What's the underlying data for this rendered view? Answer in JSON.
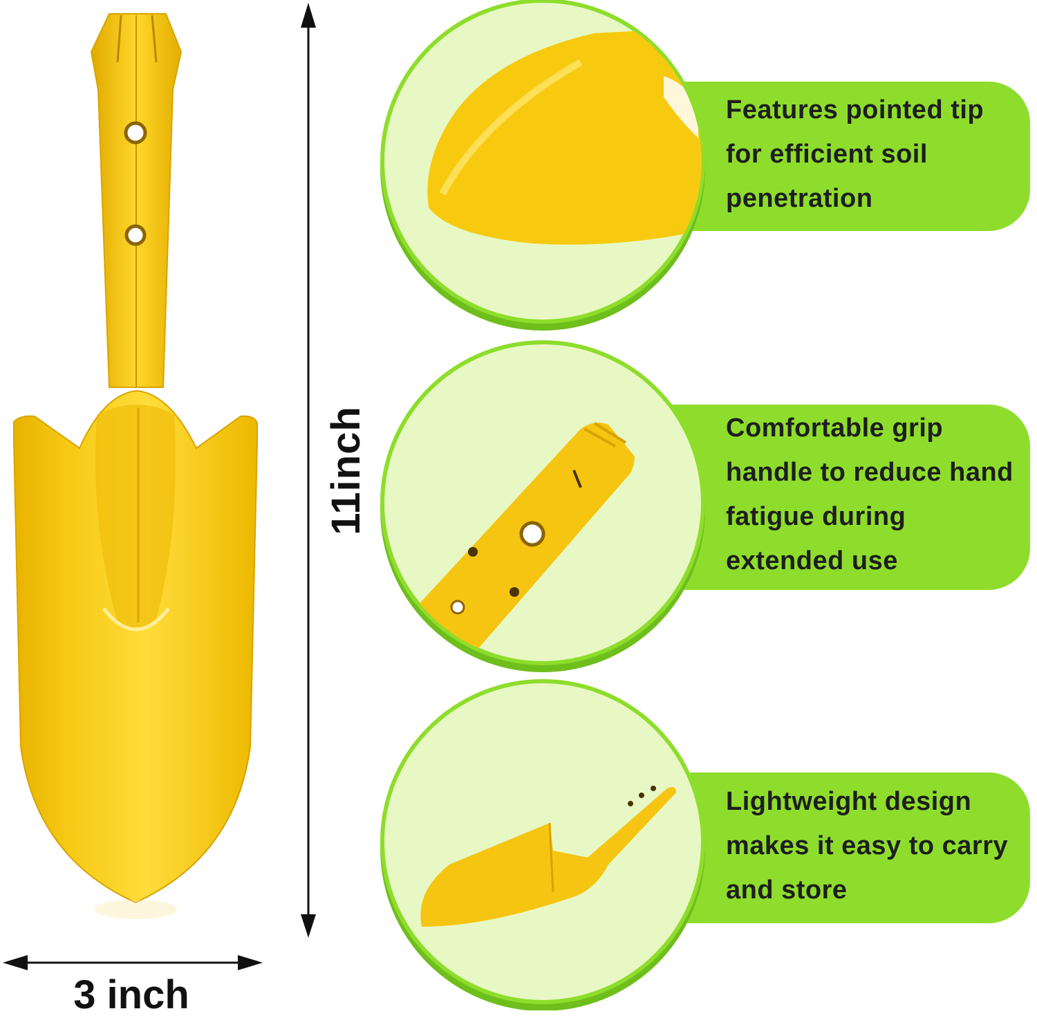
{
  "dimensions": {
    "height_label": "11inch",
    "width_label": "3 inch"
  },
  "features": [
    {
      "text": "Features pointed tip for efficient soil penetration"
    },
    {
      "text": "Comfortable grip handle to reduce hand fatigue during extended use"
    },
    {
      "text": "Lightweight design makes it easy to carry and store"
    }
  ],
  "colors": {
    "trowel_yellow": "#F2C418",
    "panel_green": "#8EDD2C",
    "circle_fill": "#E8F8C4",
    "circle_ring": "#7CCB22",
    "text": "#1E1E1E"
  }
}
